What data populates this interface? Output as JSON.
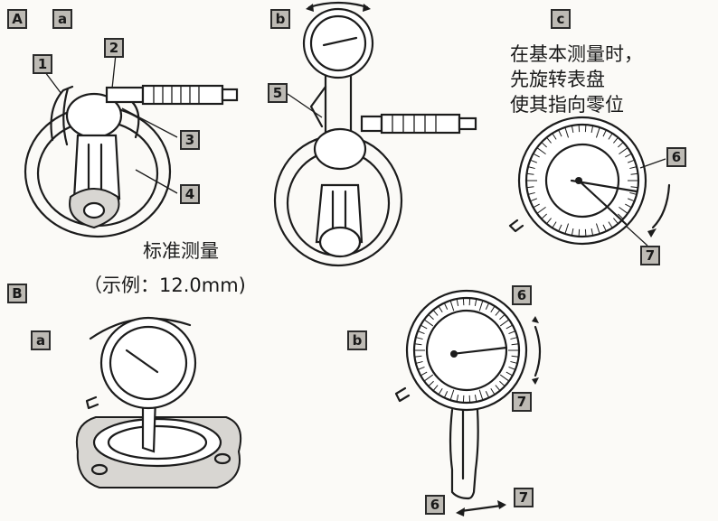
{
  "labels": {
    "section_a": "A",
    "section_b": "B",
    "step_a_a": "a",
    "step_a_b": "b",
    "step_a_c": "c",
    "step_b_a": "a",
    "step_b_b": "b",
    "part_1": "1",
    "part_2": "2",
    "part_3": "3",
    "part_4": "4",
    "part_5": "5",
    "part_6_a": "6",
    "part_7_a": "7",
    "part_6_b": "6",
    "part_7_b": "7",
    "part_6_c": "6",
    "part_7_c": "7"
  },
  "annotations": {
    "zero_line_1": "在基本测量时，",
    "zero_line_2": "先旋转表盘",
    "zero_line_3": "使其指向零位",
    "standard_line_1": "标准测量",
    "standard_line_2": "（示例：12.0mm)"
  },
  "colors": {
    "line": "#1c1c1c",
    "tag_fill": "#bdbab4",
    "background": "#fbfaf7"
  }
}
